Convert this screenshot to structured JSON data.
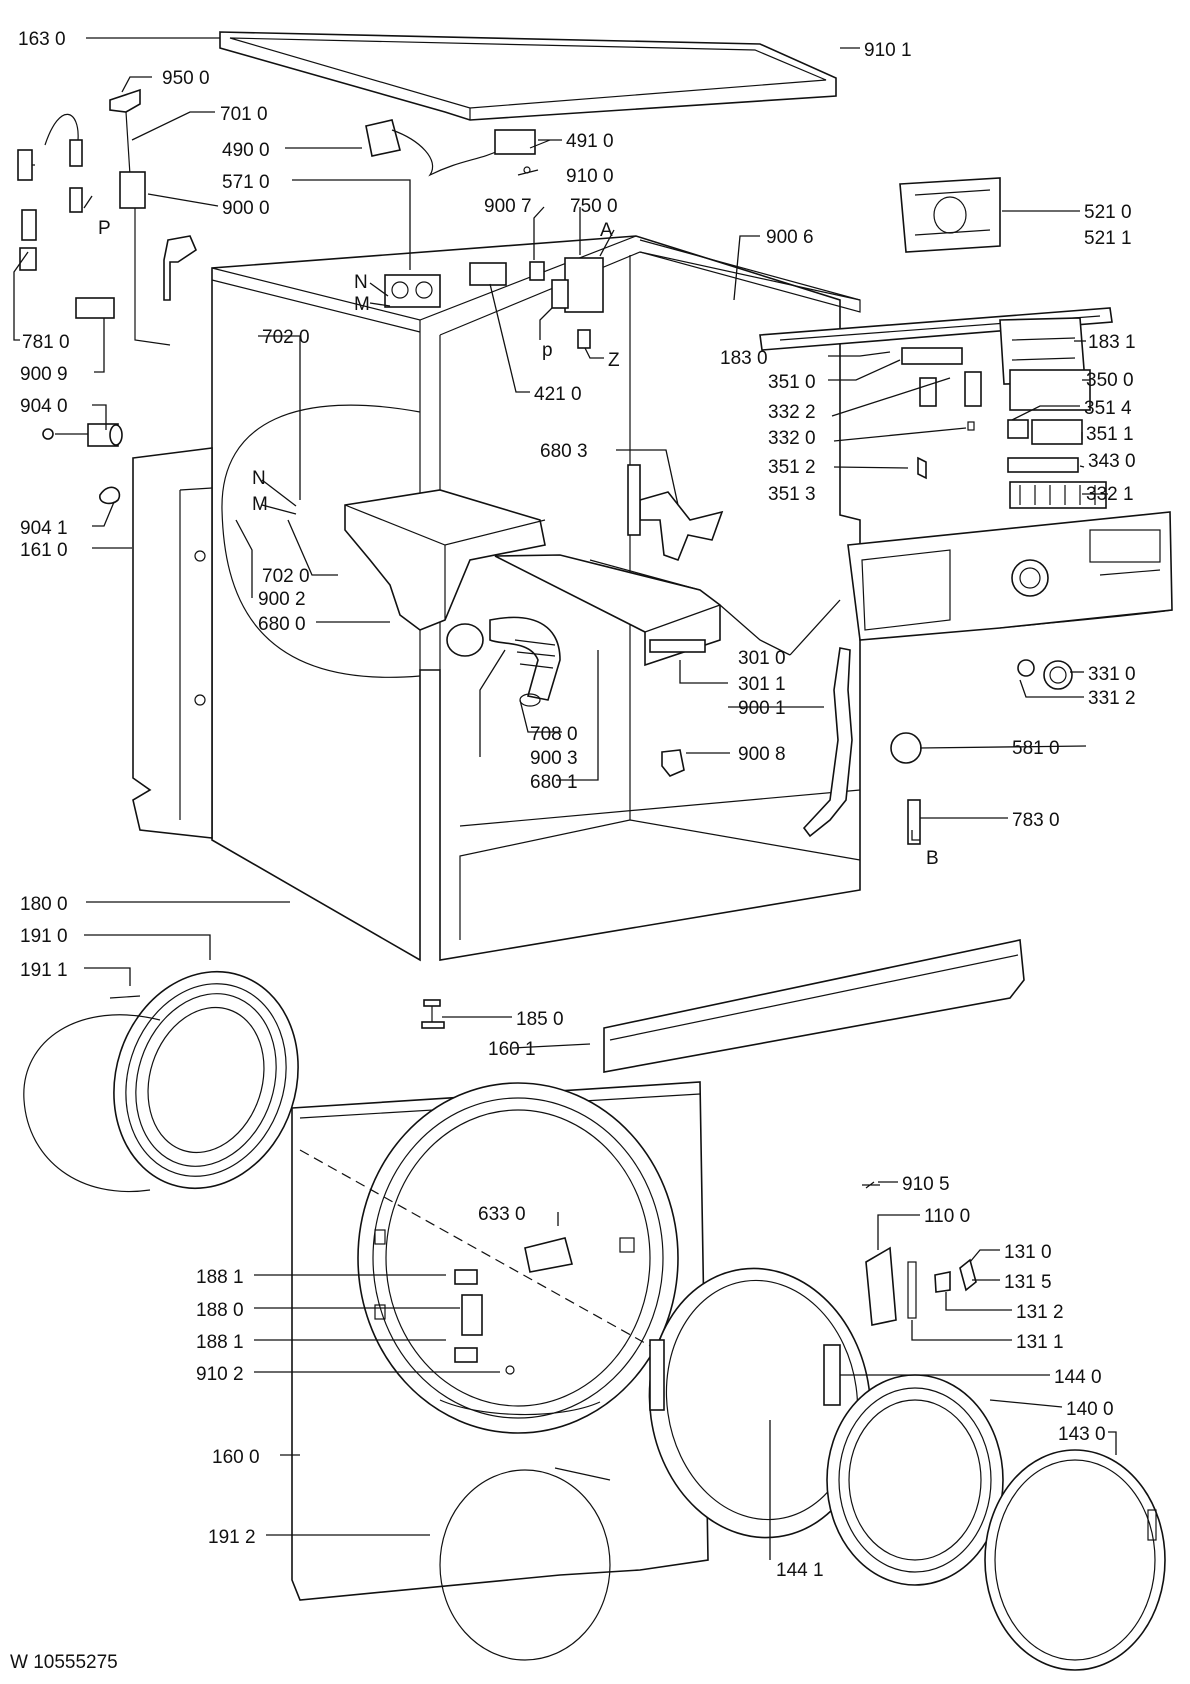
{
  "diagram": {
    "doc_code": "W 10555275",
    "labels": [
      "163 0",
      "950 0",
      "701 0",
      "490 0",
      "491 0",
      "910 0",
      "571 0",
      "900 0",
      "900 7",
      "750 0",
      "A",
      "900 6",
      "P",
      "N",
      "M",
      "p",
      "Z",
      "421 0",
      "781 0",
      "900 9",
      "702 0",
      "183 0",
      "351 0",
      "332 2",
      "332 0",
      "351 2",
      "351 3",
      "904 0",
      "904 1",
      "161 0",
      "680 3",
      "680 0",
      "900 2",
      "702 0",
      "N",
      "M",
      "301 0",
      "301 1",
      "900 1",
      "331 0",
      "331 2",
      "581 0",
      "783 0",
      "B",
      "708 0",
      "900 3",
      "680 1",
      "900 8",
      "180 0",
      "191 0",
      "191 1",
      "185 0",
      "160 1",
      "910 5",
      "110 0",
      "633 0",
      "131 0",
      "131 5",
      "131 2",
      "131 1",
      "188 1",
      "188 0",
      "188 1",
      "910 2",
      "144 0",
      "140 0",
      "143 0",
      "160 0",
      "191 2",
      "144 1",
      "910 1",
      "521 0",
      "521 1",
      "183 1",
      "350 0",
      "351 4",
      "351 1",
      "343 0",
      "332 1"
    ]
  }
}
